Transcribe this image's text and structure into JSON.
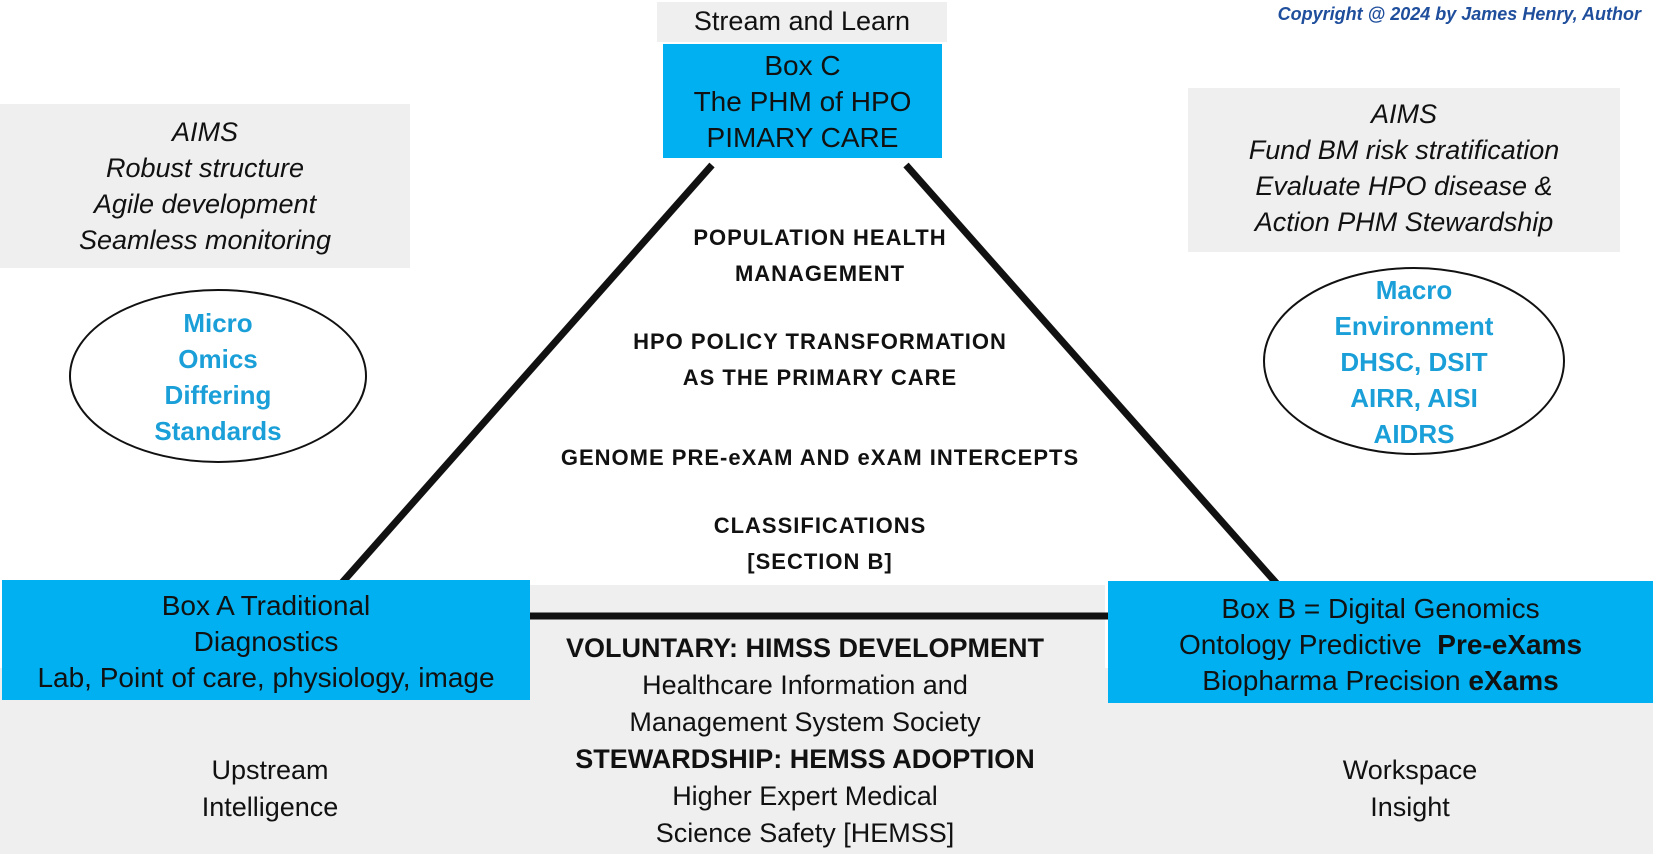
{
  "copyright": "Copyright @ 2024 by James Henry, Author",
  "top_label": "Stream and Learn",
  "box_c": [
    "Box C",
    "The PHM of HPO",
    "PIMARY CARE"
  ],
  "aims_left": [
    "AIMS",
    "Robust structure",
    "Agile development",
    "Seamless monitoring"
  ],
  "aims_right": [
    "AIMS",
    "Fund BM risk stratification",
    "Evaluate HPO disease &",
    "Action PHM Stewardship"
  ],
  "ellipse_left": [
    "Micro",
    "Omics",
    "Differing",
    "Standards"
  ],
  "ellipse_right": [
    "Macro",
    "Environment",
    "DHSC, DSIT",
    "AIRR, AISI",
    "AIDRS"
  ],
  "center": {
    "line1": [
      "POPULATION HEALTH",
      "MANAGEMENT"
    ],
    "line2": [
      "HPO POLICY TRANSFORMATION",
      "AS THE PRIMARY CARE"
    ],
    "line3": "GENOME PRE-eXAM AND eXAM INTERCEPTS",
    "line4": [
      "CLASSIFICATIONS",
      "[SECTION B]"
    ]
  },
  "box_a": [
    "Box A Traditional",
    "Diagnostics",
    "Lab, Point of care, physiology, image"
  ],
  "box_b": {
    "line1": "Box B = Digital Genomics",
    "line2_normal": "Ontology Predictive",
    "line2_bold": "Pre-eXams",
    "line3_normal": "Biopharma Precision",
    "line3_bold": "eXams"
  },
  "bottom_center": {
    "voluntary": "VOLUNTARY: HIMSS DEVELOPMENT",
    "himss": [
      "Healthcare Information and",
      "Management System Society"
    ],
    "stewardship": "STEWARDSHIP: HEMSS ADOPTION",
    "hemss": [
      "Higher Expert Medical",
      "Science Safety [HEMSS]"
    ]
  },
  "bottom_left": [
    "Upstream",
    "Intelligence"
  ],
  "bottom_right": [
    "Workspace",
    "Insight"
  ],
  "colors": {
    "blue_box": "#00b0f0",
    "ellipse_text": "#1a9fd8",
    "copyright": "#1f4e9c",
    "gray_box": "#efefef"
  }
}
